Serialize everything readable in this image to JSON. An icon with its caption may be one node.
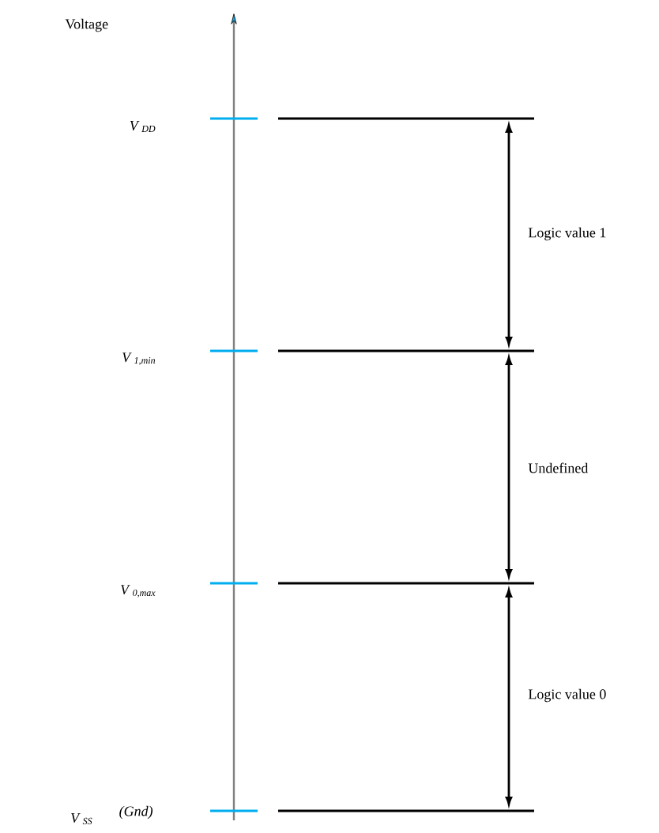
{
  "diagram": {
    "labels": [
      "Voltage",
      "V $_{DD}$",
      "Logic value 1",
      "V $_{1,min}$",
      "Undefined",
      "V $_{0,max}$",
      "Logic value 0",
      "V $_{SS}$",
      "(Gnd)"
    ]
  }
}
